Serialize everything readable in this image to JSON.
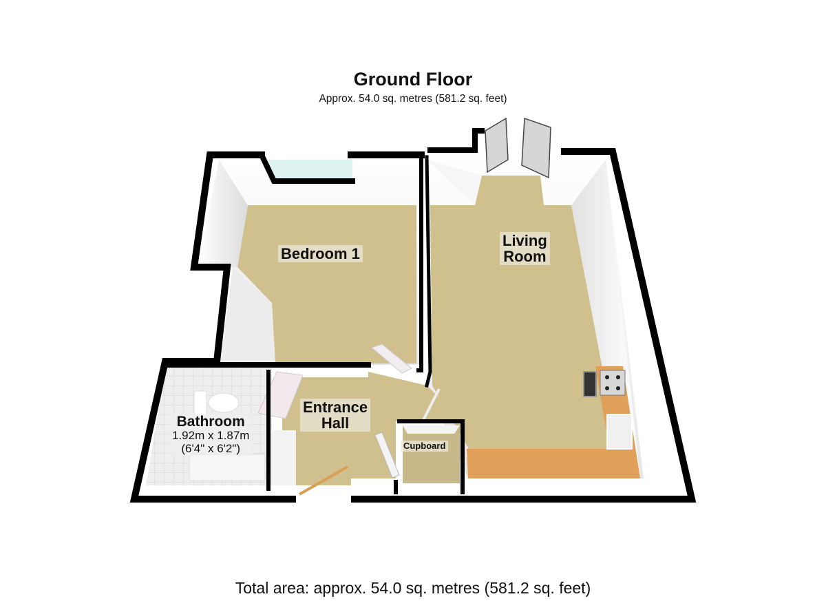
{
  "header": {
    "title": "Ground Floor",
    "subtitle": "Approx. 54.0 sq. metres (581.2 sq. feet)"
  },
  "rooms": [
    {
      "name": "Bedroom 1"
    },
    {
      "name_line1": "Living",
      "name_line2": "Room"
    },
    {
      "name": "Bathroom",
      "dimensions_metric": "1.92m x 1.87m",
      "dimensions_imperial": "(6'4\" x 6'2\")"
    },
    {
      "name_line1": "Entrance",
      "name_line2": "Hall"
    },
    {
      "name": "Cupboard"
    }
  ],
  "footer": {
    "total": "Total area: approx. 54.0 sq. metres (581.2 sq. feet)"
  },
  "colors": {
    "wall": "#000000",
    "wall_face": "#f4f4f4",
    "carpet": "#cfc08e",
    "kitchen_counter": "#e0a05a",
    "bathroom_floor": "#e8e8e8",
    "window_glass": "#dff2f2"
  }
}
